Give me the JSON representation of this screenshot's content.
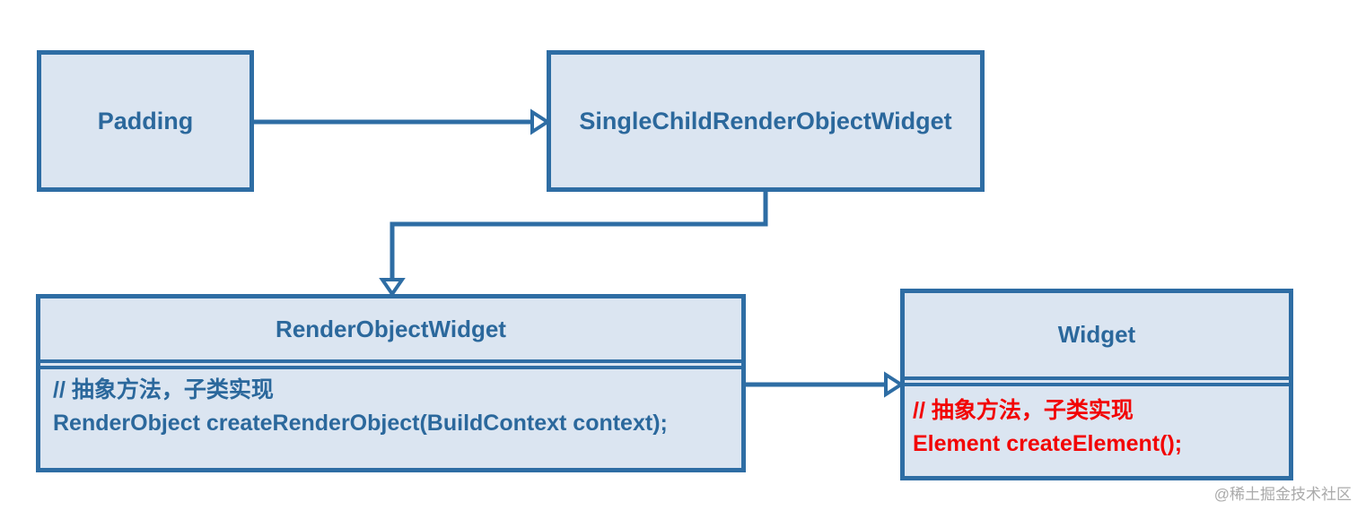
{
  "colors": {
    "border": "#2e6da4",
    "fill": "#dbe5f1",
    "text_blue": "#2b689c",
    "text_red": "#f20505",
    "watermark": "#aaaaaa",
    "bg": "#ffffff"
  },
  "nodes": {
    "padding": {
      "title": "Padding"
    },
    "single_child_render_object_widget": {
      "title": "SingleChildRenderObjectWidget"
    },
    "render_object_widget": {
      "title": "RenderObjectWidget",
      "comment": "// 抽象方法，子类实现",
      "code": "RenderObject createRenderObject(BuildContext context);"
    },
    "widget": {
      "title": "Widget",
      "comment": "// 抽象方法，子类实现",
      "code": "Element createElement();"
    }
  },
  "edges": [
    {
      "from": "Padding",
      "to": "SingleChildRenderObjectWidget",
      "type": "inheritance-hollow-triangle"
    },
    {
      "from": "SingleChildRenderObjectWidget",
      "to": "RenderObjectWidget",
      "type": "inheritance-hollow-triangle"
    },
    {
      "from": "RenderObjectWidget",
      "to": "Widget",
      "type": "inheritance-hollow-triangle"
    }
  ],
  "watermark": "@稀土掘金技术社区"
}
